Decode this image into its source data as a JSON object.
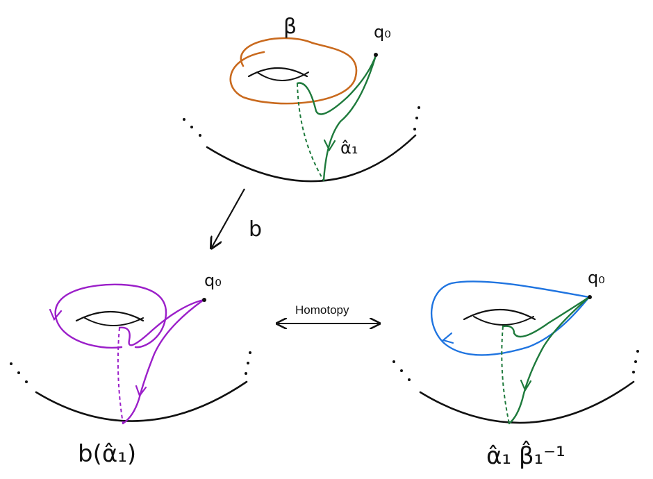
{
  "colors": {
    "ink": "#111111",
    "orange": "#C96A1E",
    "green": "#1E7A3C",
    "purple": "#9B1FC9",
    "blue": "#1F74E0"
  },
  "top_panel": {
    "beta_label": "β",
    "q0_label": "q₀",
    "alpha_hat_label": "α̂₁"
  },
  "map": {
    "b_label": "b"
  },
  "bottom_left_panel": {
    "q0_label": "q₀",
    "caption": "b(α̂₁)"
  },
  "homotopy": {
    "label": "Homotopy"
  },
  "bottom_right_panel": {
    "q0_label": "q₀",
    "caption": "α̂₁ β̂₁⁻¹"
  }
}
